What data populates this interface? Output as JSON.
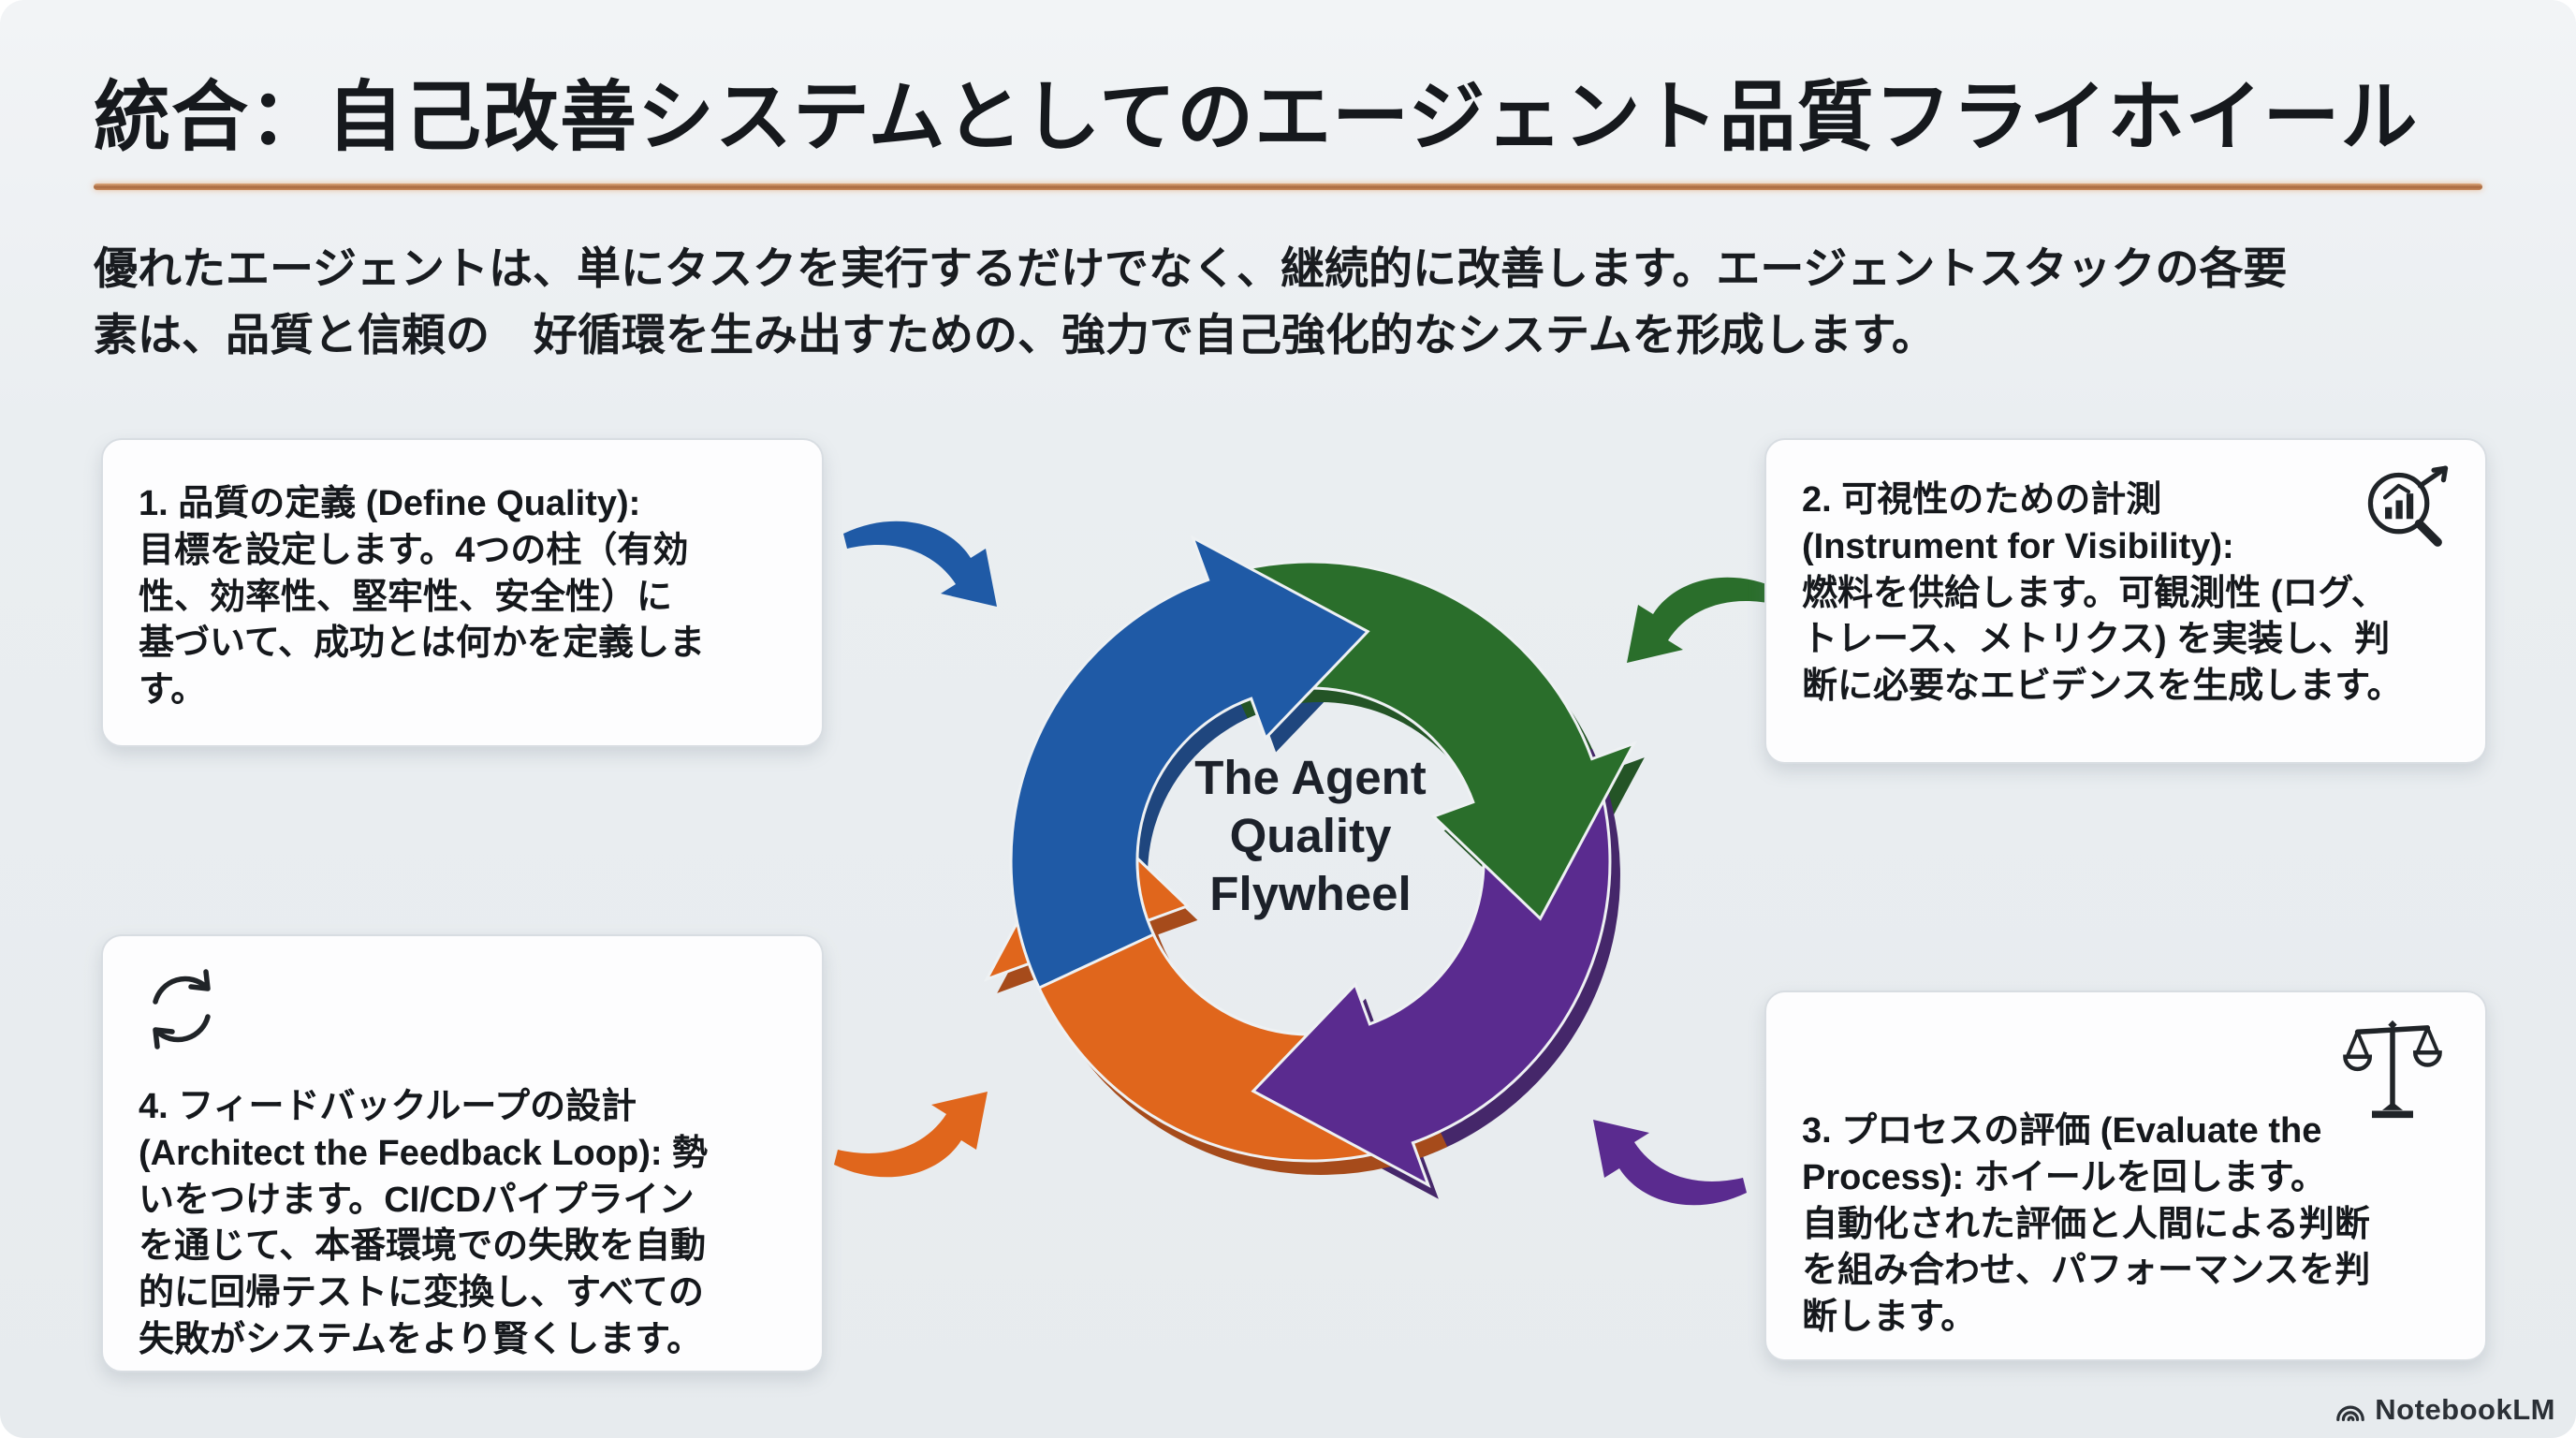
{
  "page": {
    "title": "統合：自己改善システムとしてのエージェント品質フライホイール",
    "intro": "優れたエージェントは、単にタスクを実行するだけでなく、継続的に改善します。エージェントスタックの各要\n素は、品質と信頼の　好循環を生み出すための、強力で自己強化的なシステムを形成します。"
  },
  "flywheel": {
    "center_label": "The Agent\nQuality\nFlywheel",
    "rotation": "clockwise",
    "segments": [
      {
        "name": "define-quality",
        "color": "#1f5aa6",
        "shadow": "#153e78"
      },
      {
        "name": "instrument-for-visibility",
        "color": "#2a6e2b",
        "shadow": "#1a4c1c"
      },
      {
        "name": "evaluate-the-process",
        "color": "#5a2b8f",
        "shadow": "#3d1d63"
      },
      {
        "name": "architect-feedback-loop",
        "color": "#e0661c",
        "shadow": "#a34310"
      }
    ]
  },
  "boxes": [
    {
      "step": "1",
      "icon": "none",
      "text": "1. 品質の定義 (Define Quality):\n目標を設定します。4つの柱（有効\n性、効率性、堅牢性、安全性）に\n基づいて、成功とは何かを定義しま\nす。"
    },
    {
      "step": "2",
      "icon": "chart-magnifier",
      "text": "2. 可視性のための計測\n(Instrument for Visibility):\n燃料を供給します。可観測性 (ログ、\nトレース、メトリクス) を実装し、判\n断に必要なエビデンスを生成します。"
    },
    {
      "step": "3",
      "icon": "balance-scale",
      "text": "3. プロセスの評価 (Evaluate the\nProcess): ホイールを回します。\n自動化された評価と人間による判断\nを組み合わせ、パフォーマンスを判\n断します。"
    },
    {
      "step": "4",
      "icon": "cycle-arrows",
      "text": "4. フィードバックループの設計\n(Architect the Feedback Loop): 勢\nいをつけます。CI/CDパイプライン\nを通じて、本番環境での失敗を自動\n的に回帰テストに変換し、すべての\n失敗がシステムをより賢くします。"
    }
  ],
  "branding": {
    "logo_text": "NotebookLM"
  },
  "colors": {
    "background": "#eaeef1",
    "title_text": "#16191d",
    "rule": "#a9693f",
    "card_bg": "#fdfdfe",
    "card_border": "#d8dde2"
  }
}
